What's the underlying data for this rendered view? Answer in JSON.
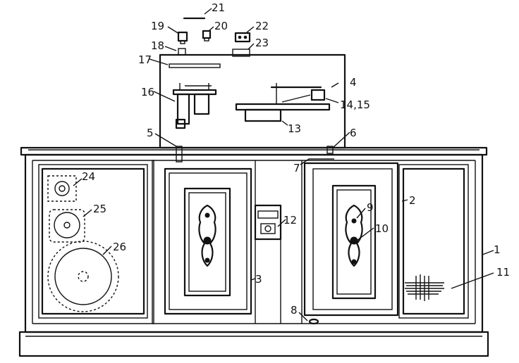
{
  "labels": [
    {
      "id": "1",
      "text": "1"
    },
    {
      "id": "2",
      "text": "2"
    },
    {
      "id": "3",
      "text": "3"
    },
    {
      "id": "4",
      "text": "4"
    },
    {
      "id": "5",
      "text": "5"
    },
    {
      "id": "6",
      "text": "6"
    },
    {
      "id": "7",
      "text": "7"
    },
    {
      "id": "8",
      "text": "8"
    },
    {
      "id": "9",
      "text": "9"
    },
    {
      "id": "10",
      "text": "10"
    },
    {
      "id": "11",
      "text": "11"
    },
    {
      "id": "12",
      "text": "12"
    },
    {
      "id": "13",
      "text": "13"
    },
    {
      "id": "14_15",
      "text": "14,15"
    },
    {
      "id": "16",
      "text": "16"
    },
    {
      "id": "17",
      "text": "17"
    },
    {
      "id": "18",
      "text": "18"
    },
    {
      "id": "19",
      "text": "19"
    },
    {
      "id": "20",
      "text": "20"
    },
    {
      "id": "21",
      "text": "21"
    },
    {
      "id": "22",
      "text": "22"
    },
    {
      "id": "23",
      "text": "23"
    },
    {
      "id": "24",
      "text": "24"
    },
    {
      "id": "25",
      "text": "25"
    },
    {
      "id": "26",
      "text": "26"
    }
  ]
}
